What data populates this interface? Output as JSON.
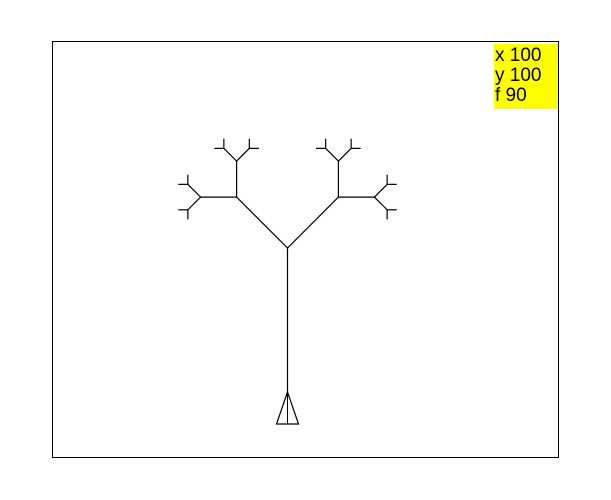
{
  "status": {
    "background": "#ffff00",
    "lines": [
      "x 100",
      "y 100",
      "f 90"
    ]
  },
  "turtle": {
    "icon": "triangle-turtle-icon",
    "heading": 90,
    "color": "#000000"
  },
  "tree": {
    "depth": 5,
    "branch_angle": 45,
    "line_color": "#000000"
  }
}
